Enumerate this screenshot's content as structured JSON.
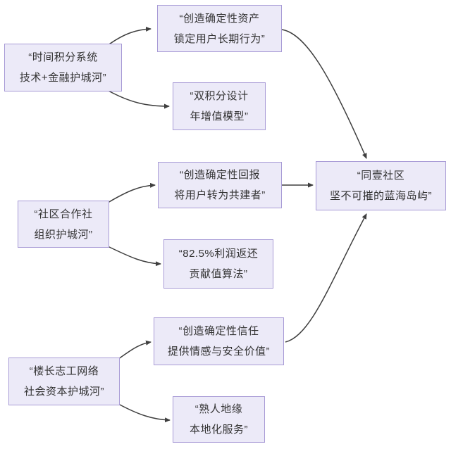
{
  "diagram": {
    "type": "flowchart",
    "colors": {
      "background": "#FFFFFF",
      "node_fill": "#ECEAF8",
      "node_border": "#A89BD6",
      "text": "#333333",
      "arrow": "#3F3F3F"
    },
    "nodes": {
      "time_credit": {
        "line1": "“时间积分系统",
        "line2": "技术+金融护城河”"
      },
      "certainty_asset": {
        "line1": "“创造确定性资产",
        "line2": "锁定用户长期行为”"
      },
      "dual_points": {
        "line1": "“双积分设计",
        "line2": "年增值模型”"
      },
      "certainty_return": {
        "line1": "“创造确定性回报",
        "line2": "将用户转为共建者”"
      },
      "coop": {
        "line1": "“社区合作社",
        "line2": "组织护城河”"
      },
      "profit_return": {
        "line1": "“82.5%利润返还",
        "line2": "贡献值算法”"
      },
      "community_island": {
        "line1": "“同壹社区",
        "line2": "坚不可摧的蓝海岛屿”"
      },
      "certainty_trust": {
        "line1": "“创造确定性信任",
        "line2": "提供情感与安全价值”"
      },
      "volunteer_network": {
        "line1": "“楼长志工网络",
        "line2": "社会资本护城河”"
      },
      "local_service": {
        "line1": "“熟人地缘",
        "line2": "本地化服务”"
      }
    },
    "edges": [
      {
        "from": "time_credit",
        "to": "certainty_asset"
      },
      {
        "from": "time_credit",
        "to": "dual_points"
      },
      {
        "from": "coop",
        "to": "certainty_return"
      },
      {
        "from": "coop",
        "to": "profit_return"
      },
      {
        "from": "volunteer_network",
        "to": "certainty_trust"
      },
      {
        "from": "volunteer_network",
        "to": "local_service"
      },
      {
        "from": "certainty_asset",
        "to": "community_island"
      },
      {
        "from": "certainty_return",
        "to": "community_island"
      },
      {
        "from": "certainty_trust",
        "to": "community_island"
      }
    ]
  }
}
